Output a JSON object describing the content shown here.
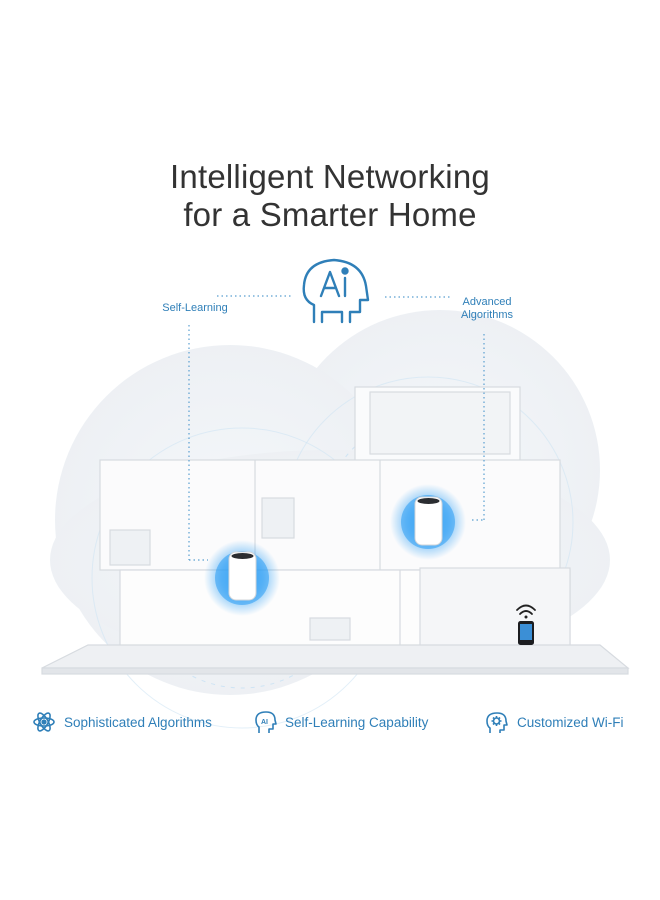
{
  "title": {
    "line1": "Intelligent Networking",
    "line2": "for a Smarter Home"
  },
  "diagram": {
    "center_icon": "ai-head-icon",
    "callouts": [
      {
        "lines": [
          "Self-Learning"
        ]
      },
      {
        "lines": [
          "Advanced",
          "Algorithms"
        ]
      }
    ],
    "devices": [
      "mesh-router-icon",
      "mesh-router-icon",
      "smartphone-icon",
      "wifi-icon"
    ]
  },
  "features": [
    {
      "icon": "atom-icon",
      "label": "Sophisticated Algorithms"
    },
    {
      "icon": "ai-head-icon",
      "label": "Self-Learning Capability"
    },
    {
      "icon": "gear-head-icon",
      "label": "Customized Wi-Fi"
    }
  ],
  "colors": {
    "accent": "#2f7fb8",
    "title": "#333333",
    "glow": "#2a9df4"
  }
}
